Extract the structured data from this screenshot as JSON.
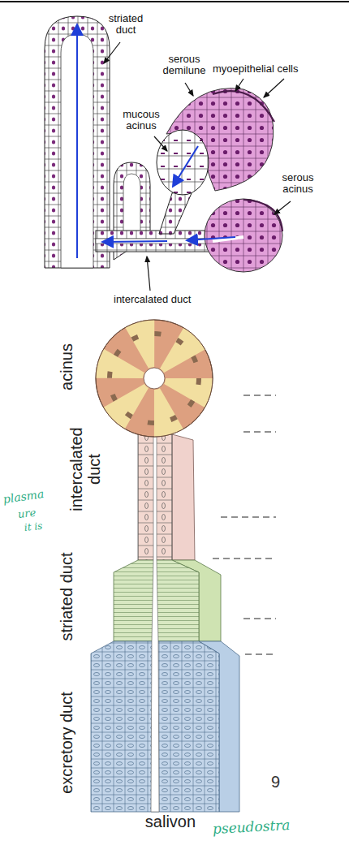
{
  "diagram": {
    "caption": "salivon",
    "labels": [
      "striated duct",
      "serous demilune",
      "myoepithelial cells",
      "mucous acinus",
      "serous acinus",
      "intercalated duct",
      "acinus",
      "intercalated duct",
      "striated duct",
      "excretory duct",
      "plasma",
      "ure",
      "it is",
      "9",
      "pseudostra"
    ]
  }
}
